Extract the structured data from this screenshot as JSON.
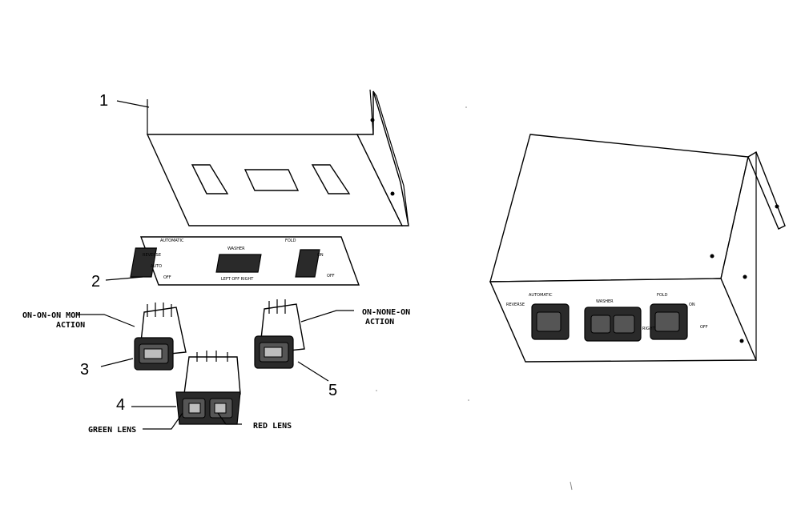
{
  "callouts": {
    "c1": "1",
    "c2": "2",
    "c3": "3",
    "c4": "4",
    "c5": "5"
  },
  "captions": {
    "switch3_line1": "ON-ON-ON MOM",
    "switch3_line2": "ACTION",
    "switch5_line1": "ON-NONE-ON",
    "switch5_line2": "ACTION",
    "green_lens": "GREEN LENS",
    "red_lens": "RED LENS"
  }
}
